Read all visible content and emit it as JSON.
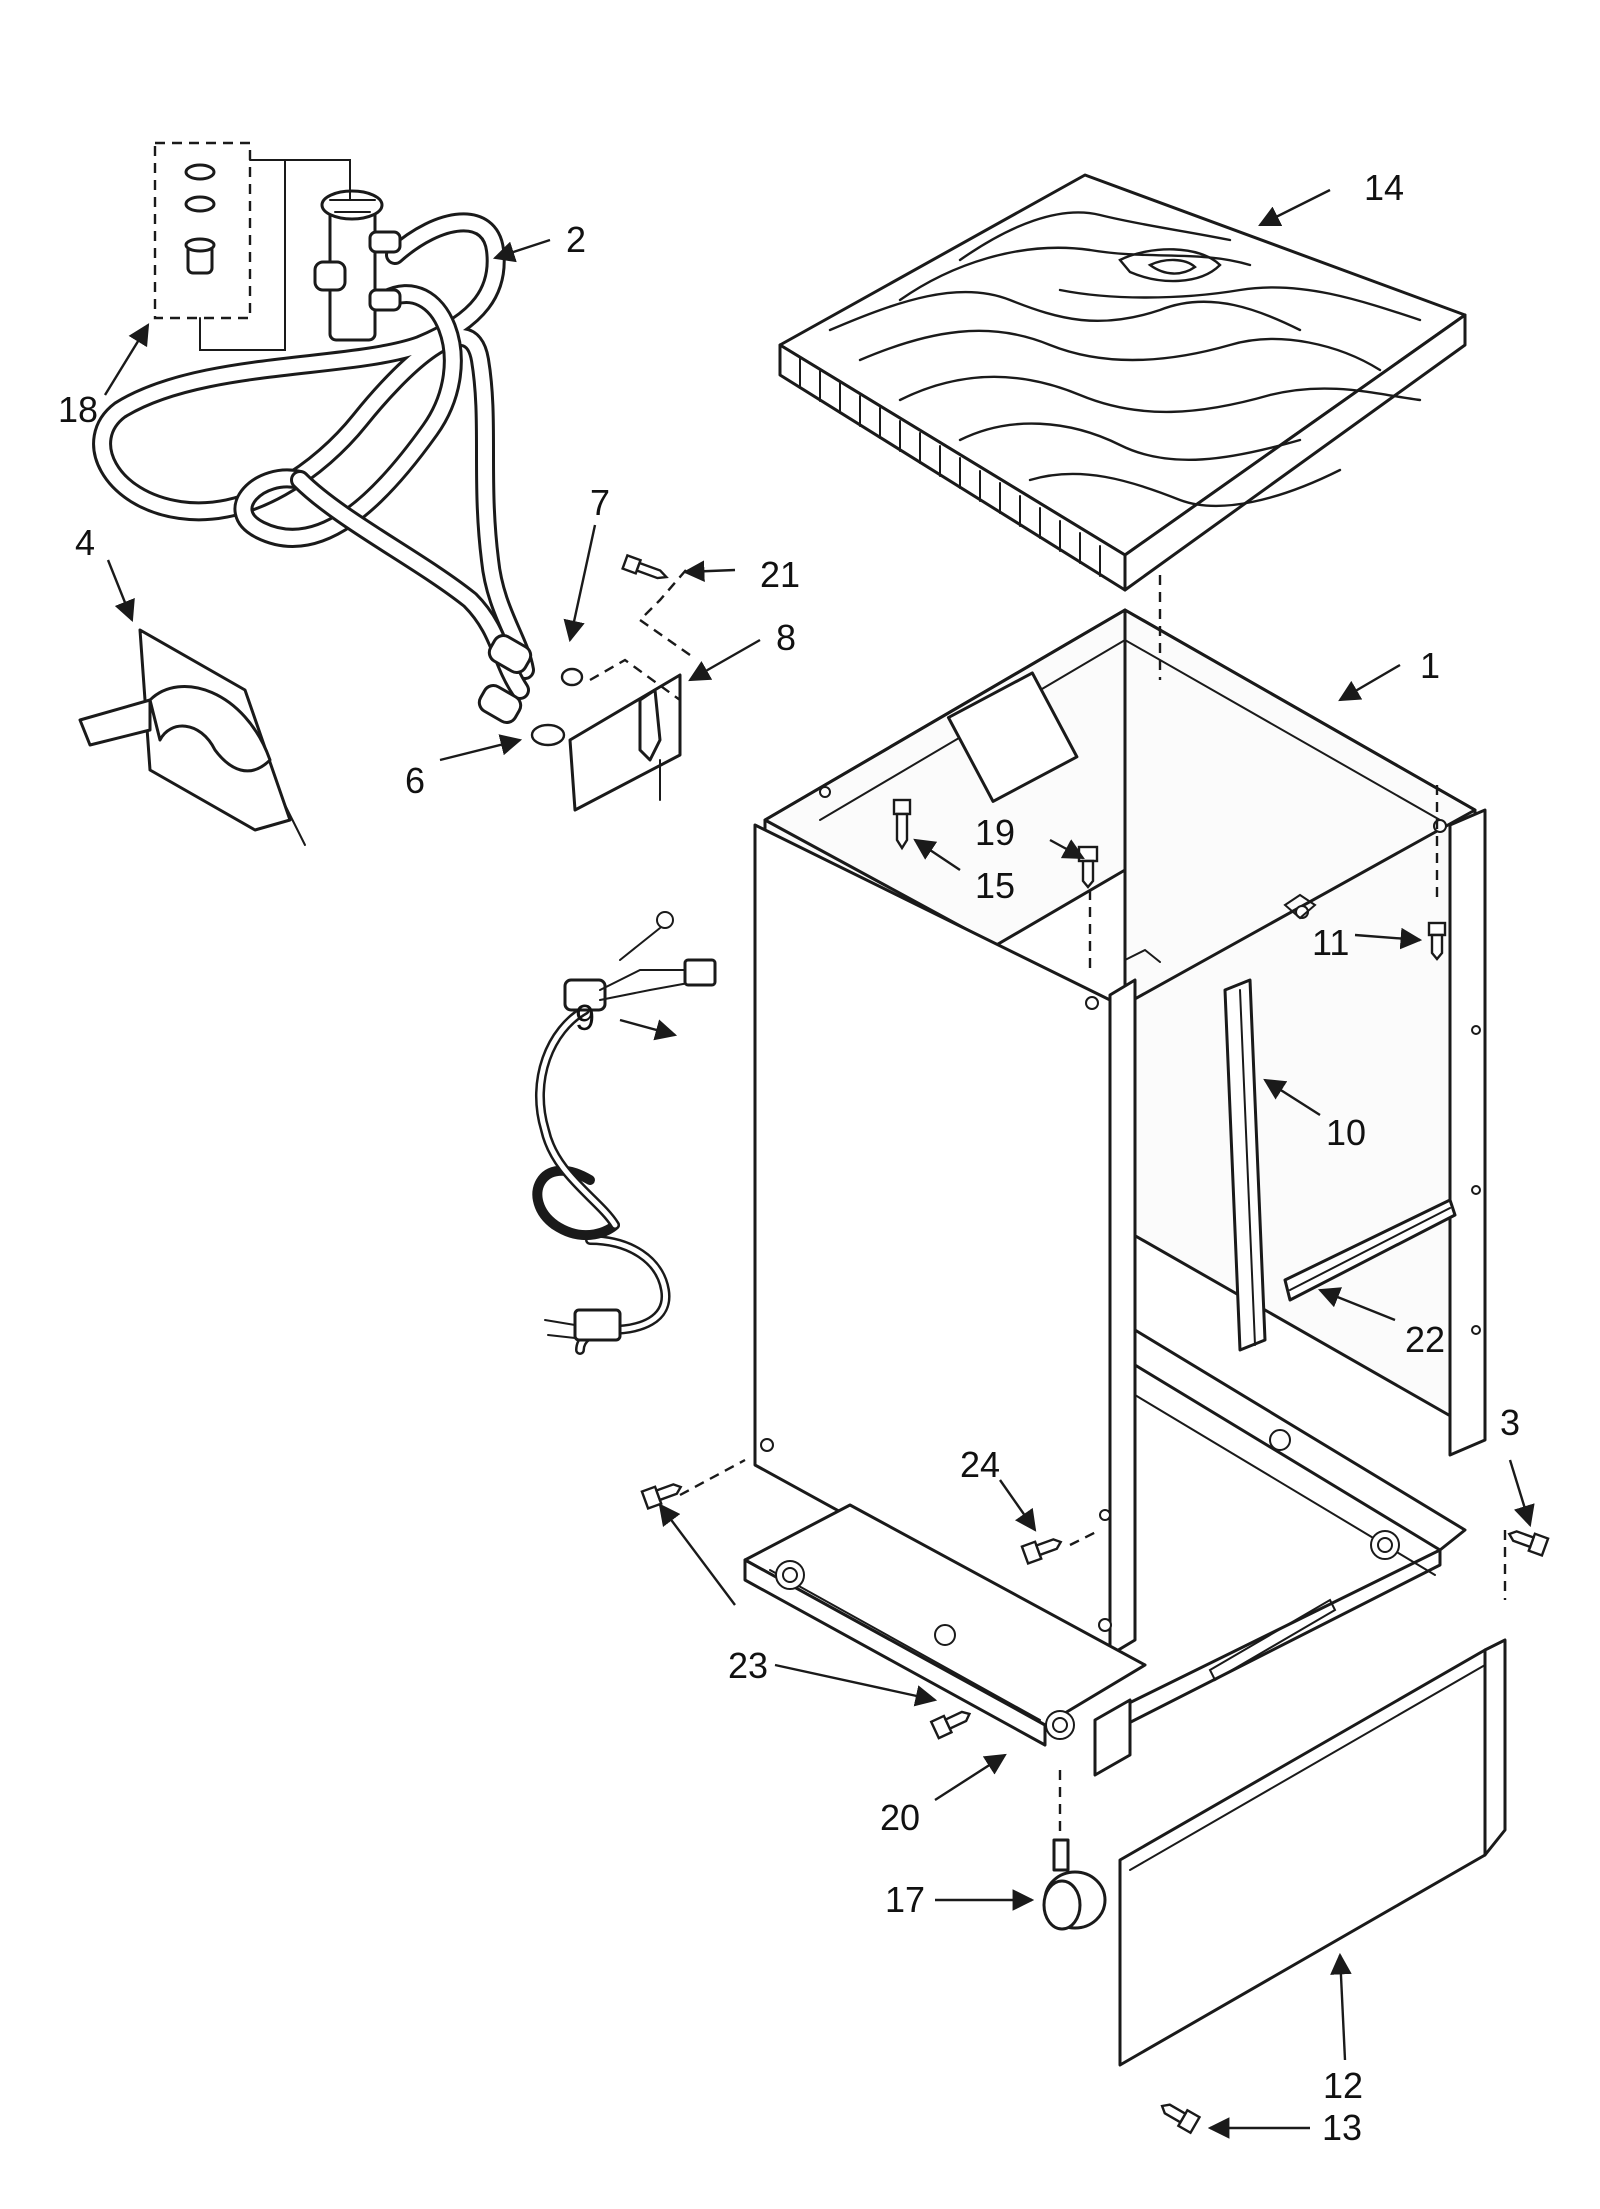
{
  "callouts": {
    "c1": "1",
    "c2": "2",
    "c3": "3",
    "c4": "4",
    "c6": "6",
    "c7": "7",
    "c8": "8",
    "c9": "9",
    "c10": "10",
    "c11": "11",
    "c12": "12",
    "c13": "13",
    "c14": "14",
    "c15": "15",
    "c17": "17",
    "c18": "18",
    "c19": "19",
    "c20": "20",
    "c21": "21",
    "c22": "22",
    "c23a": "23",
    "c23b": "23",
    "c24": "24"
  },
  "colors": {
    "line": "#1a1a1a",
    "background": "#ffffff"
  }
}
